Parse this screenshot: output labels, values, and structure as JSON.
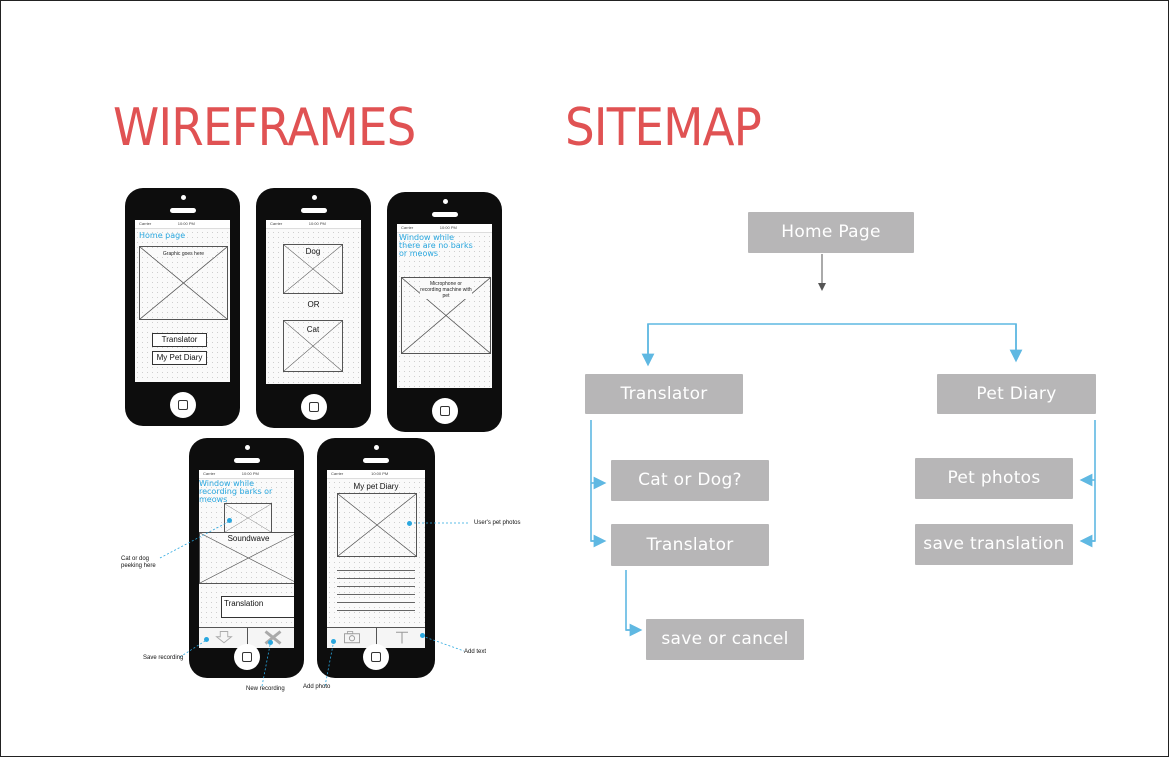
{
  "headings": {
    "wireframes": "WIREFRAMES",
    "sitemap": "SITEMAP"
  },
  "phones": {
    "status_carrier": "Carrier",
    "status_time": "10:00 PM",
    "home": {
      "title": "Home page",
      "graphic": "Graphic goes here",
      "translator_button": "Translator",
      "diary_button": "My Pet Diary"
    },
    "choice": {
      "dog": "Dog",
      "or": "OR",
      "cat": "Cat"
    },
    "waiting": {
      "title": "Window while there are no barks or meows",
      "mic": "Microphone or recording machine with pet"
    },
    "recording": {
      "title": "Window while recording barks or meows",
      "soundwave": "Soundwave",
      "translation": "Translation"
    },
    "diary": {
      "title": "My pet Diary"
    }
  },
  "annotations": {
    "cat_peeking": "Cat or dog peeking here",
    "save_recording": "Save recording",
    "new_recording": "New recording",
    "add_photo": "Add photo",
    "users_photos": "User's pet photos",
    "add_text": "Add text"
  },
  "sitemap": {
    "home": "Home Page",
    "translator": "Translator",
    "pet_diary": "Pet Diary",
    "cat_or_dog": "Cat or Dog?",
    "translator_sub": "Translator",
    "save_or_cancel": "save or cancel",
    "pet_photos": "Pet photos",
    "save_translation": "save translation"
  },
  "colors": {
    "title": "#e05253",
    "node": "#b7b6b7",
    "arrow": "#5fb8e2",
    "accent": "#29a7df"
  }
}
